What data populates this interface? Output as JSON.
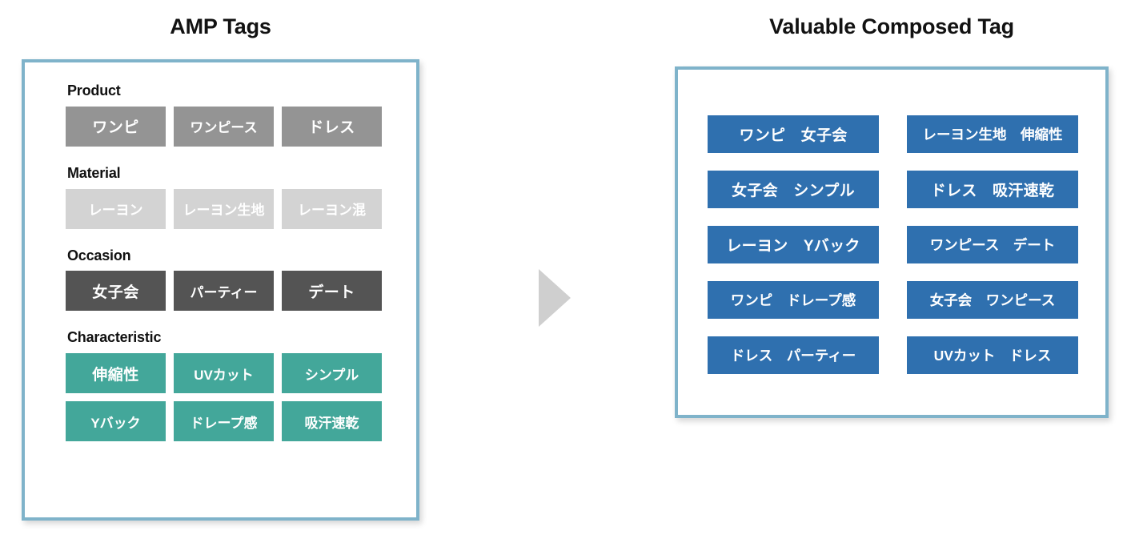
{
  "left_panel": {
    "title": "AMP Tags",
    "border_color": "#7fb3ca",
    "groups": [
      {
        "label": "Product",
        "color": "#949494",
        "tags": [
          "ワンピ",
          "ワンピース",
          "ドレス"
        ]
      },
      {
        "label": "Material",
        "color": "#d3d3d3",
        "tags": [
          "レーヨン",
          "レーヨン生地",
          "レーヨン混"
        ]
      },
      {
        "label": "Occasion",
        "color": "#545454",
        "tags": [
          "女子会",
          "パーティー",
          "デート"
        ]
      },
      {
        "label": "Characteristic",
        "color": "#43a79a",
        "tags": [
          "伸縮性",
          "UVカット",
          "シンプル",
          "Yバック",
          "ドレープ感",
          "吸汗速乾"
        ]
      }
    ]
  },
  "arrow": {
    "icon": "triangle-right-icon",
    "color": "#cfcfcf"
  },
  "right_panel": {
    "title": "Valuable Composed Tag",
    "border_color": "#7fb3ca",
    "tag_color": "#2f70af",
    "tags": [
      "ワンピ　女子会",
      "レーヨン生地　伸縮性",
      "女子会　シンプル",
      "ドレス　吸汗速乾",
      "レーヨン　Yバック",
      "ワンピース　デート",
      "ワンピ　ドレープ感",
      "女子会　ワンピース",
      "ドレス　パーティー",
      "UVカット　ドレス"
    ]
  }
}
